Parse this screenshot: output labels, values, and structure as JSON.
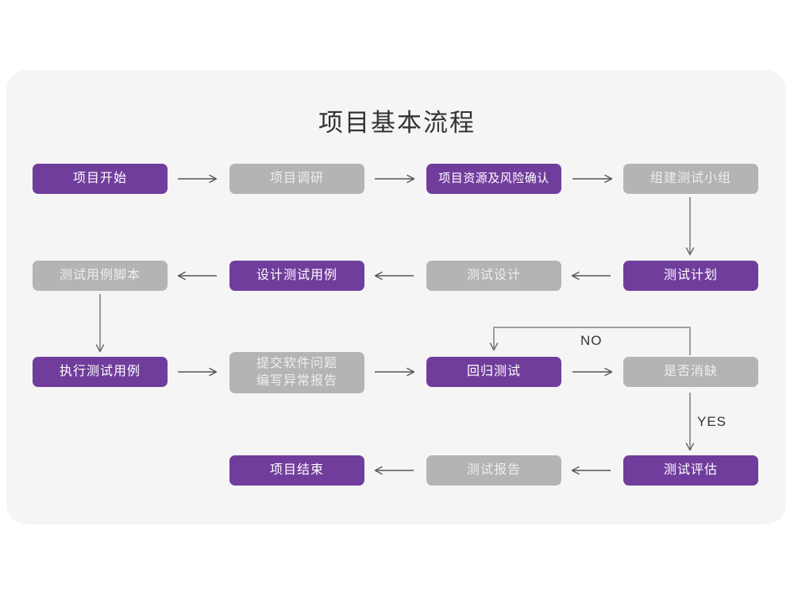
{
  "diagram": {
    "title": "项目基本流程",
    "colors": {
      "card_background": "#f5f5f5",
      "page_background": "#ffffff",
      "active_node": "#713d9c",
      "inactive_node": "#b4b4b4",
      "connector": "#666666",
      "title_text": "#333333"
    },
    "nodes": [
      {
        "id": "n1",
        "label": "项目开始",
        "state": "active"
      },
      {
        "id": "n2",
        "label": "项目调研",
        "state": "inactive"
      },
      {
        "id": "n3",
        "label": "项目资源及风险确认",
        "state": "active"
      },
      {
        "id": "n4",
        "label": "组建测试小组",
        "state": "inactive"
      },
      {
        "id": "n5",
        "label": "测试计划",
        "state": "active"
      },
      {
        "id": "n6",
        "label": "测试设计",
        "state": "inactive"
      },
      {
        "id": "n7",
        "label": "设计测试用例",
        "state": "active"
      },
      {
        "id": "n8",
        "label": "测试用例脚本",
        "state": "inactive"
      },
      {
        "id": "n9",
        "label": "执行测试用例",
        "state": "active"
      },
      {
        "id": "n10",
        "label": "提交软件问题\n编写异常报告",
        "state": "inactive"
      },
      {
        "id": "n11",
        "label": "回归测试",
        "state": "active"
      },
      {
        "id": "n12",
        "label": "是否消缺",
        "state": "inactive"
      },
      {
        "id": "n13",
        "label": "测试评估",
        "state": "active"
      },
      {
        "id": "n14",
        "label": "测试报告",
        "state": "inactive"
      },
      {
        "id": "n15",
        "label": "项目结束",
        "state": "active"
      }
    ],
    "edge_labels": {
      "no": "NO",
      "yes": "YES"
    }
  }
}
